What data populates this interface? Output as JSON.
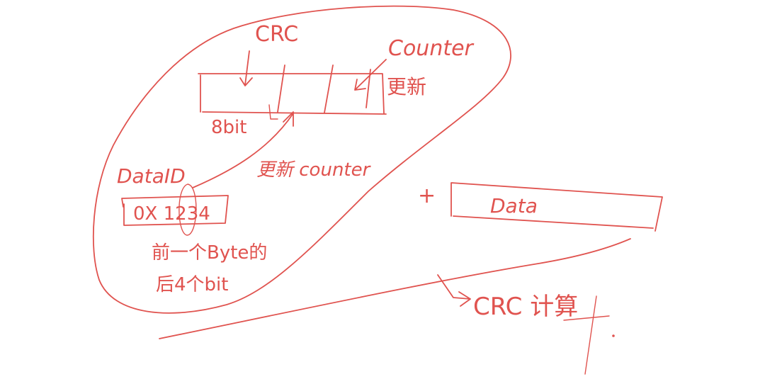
{
  "labels": {
    "crc": "CRC",
    "counter": "Counter",
    "counter_update": "更新",
    "bits": "8bit",
    "data_id": "DataID",
    "data_id_value": "0X 1234",
    "update_counter": "更新 counter",
    "note_line1": "前一个Byte的",
    "note_line2": "后4个bit",
    "plus": "+",
    "data": "Data",
    "crc_calc": "CRC 计算"
  },
  "colors": {
    "ink": "#e0534f",
    "background": "#ffffff"
  }
}
